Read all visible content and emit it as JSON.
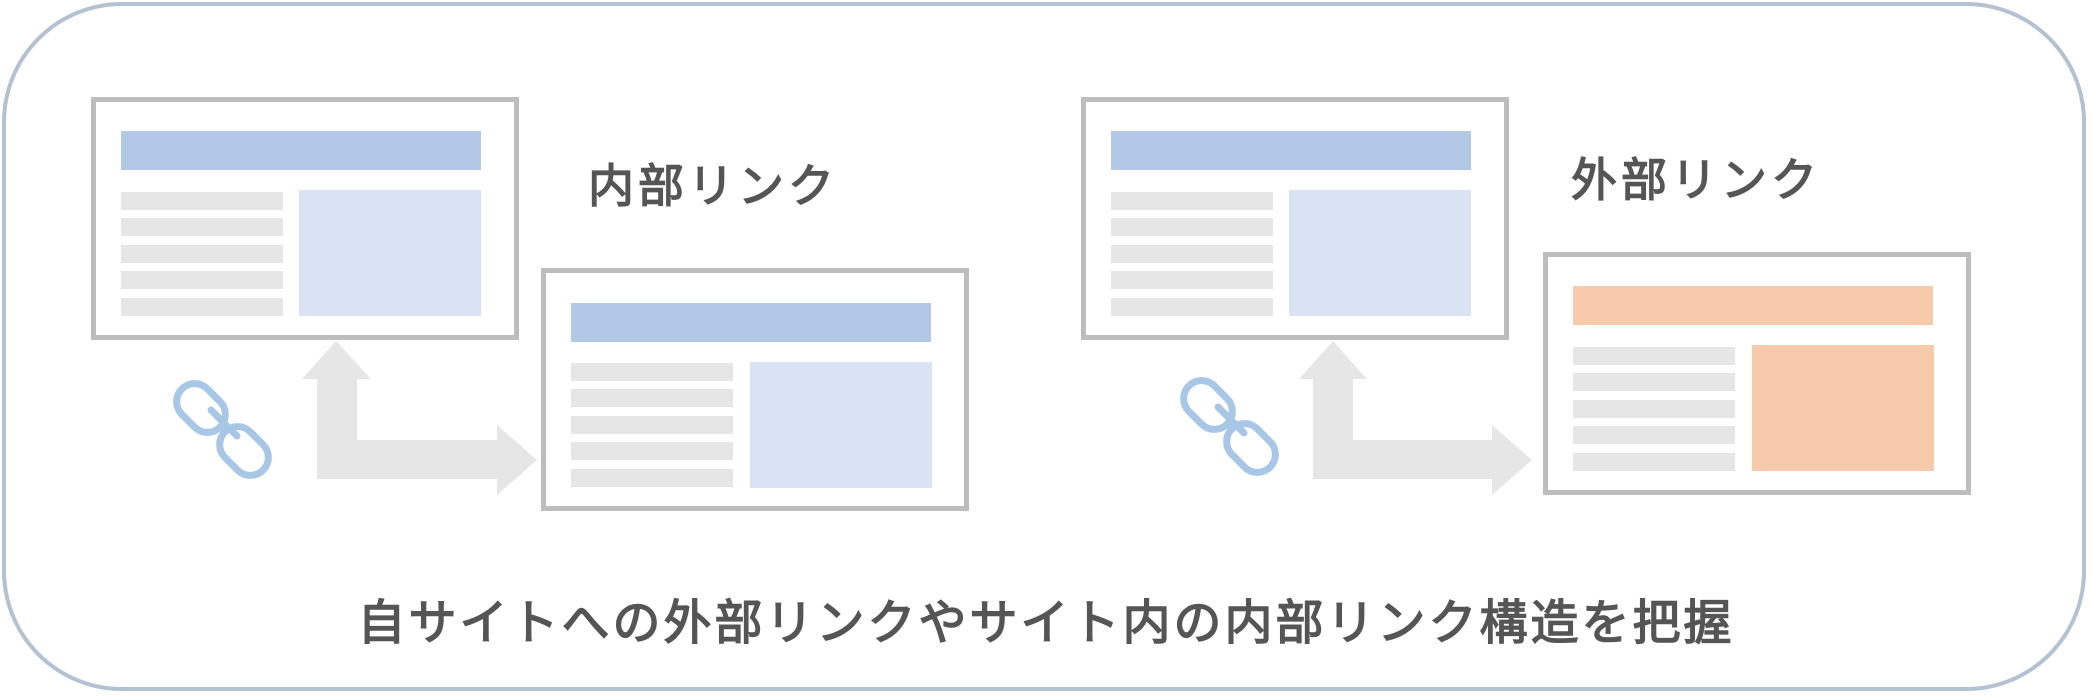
{
  "labels": {
    "internal": "内部リンク",
    "external": "外部リンク"
  },
  "caption": "自サイトへの外部リンクやサイト内の内部リンク構造を把握",
  "colors": {
    "frame_border": "#b3c1d2",
    "page_border": "#bdbdbd",
    "blue_header": "#b3c7e6",
    "blue_pane": "#d9e3f3",
    "orange_header": "#f7caab",
    "orange_pane": "#f7caab",
    "text_line": "#e6e6e6",
    "arrow": "#e6e6e6",
    "link_icon": "#a8c6e6",
    "text": "#555555"
  },
  "icons": [
    "link-chain-icon",
    "corner-arrow-icon"
  ]
}
